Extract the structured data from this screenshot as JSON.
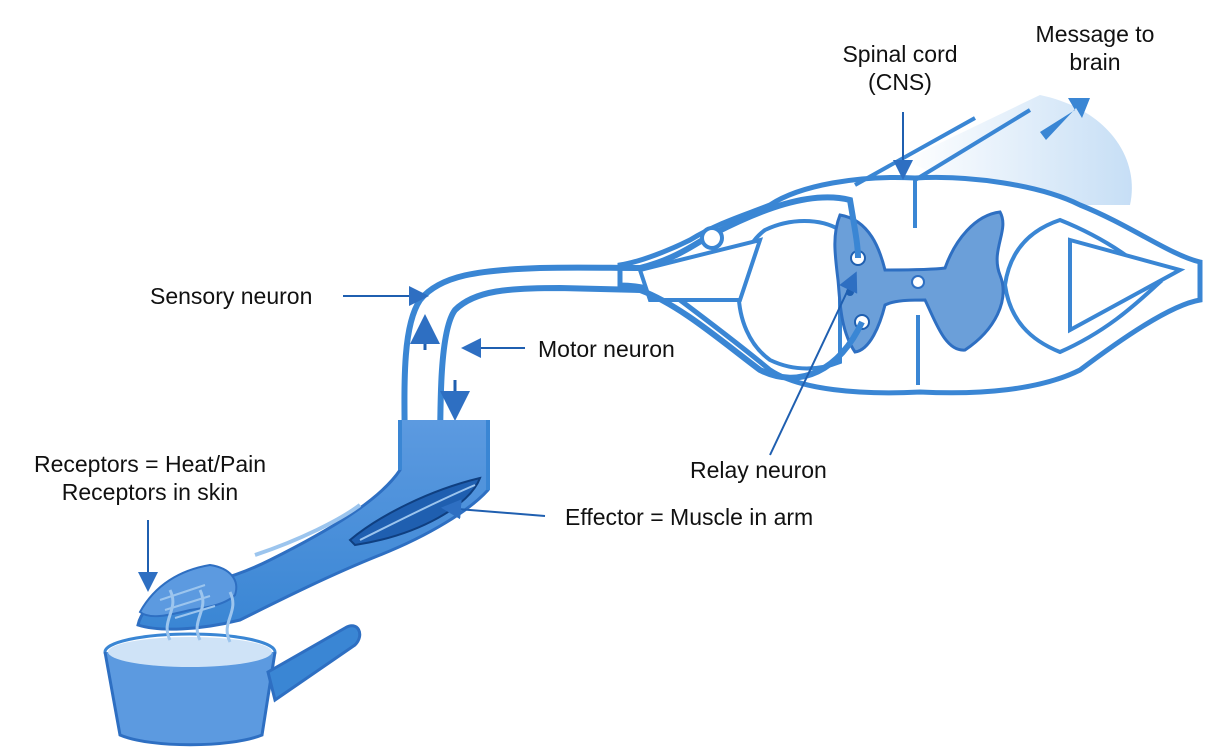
{
  "labels": {
    "message_to_brain_line1": "Message to",
    "message_to_brain_line2": "brain",
    "spinal_cord_line1": "Spinal cord",
    "spinal_cord_line2": "(CNS)",
    "sensory_neuron": "Sensory neuron",
    "motor_neuron": "Motor neuron",
    "receptors_line1": "Receptors = Heat/Pain",
    "receptors_line2": "Receptors in skin",
    "relay_neuron": "Relay neuron",
    "effector": "Effector = Muscle in arm"
  },
  "colors": {
    "primary_blue": "#3a86d4",
    "dark_blue": "#1f5fb0",
    "light_blue": "#9cc5ee",
    "pale_blue": "#cfe3f7",
    "grey_matter": "#6b9fd9",
    "text": "#111111"
  }
}
